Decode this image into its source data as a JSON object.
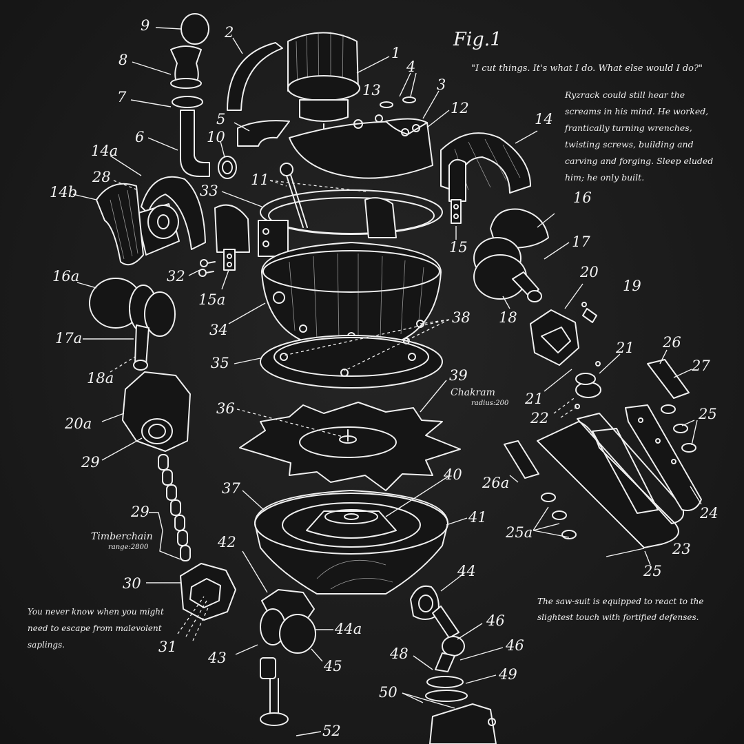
{
  "figure": {
    "title": "Fig.1",
    "quote": "\"I cut things. It's what I do. What else would I do?\"",
    "story": "Ryzrack could still hear the screams in his mind. He worked, frantically turning wrenches, twisting screws, building and carving and forging. Sleep eluded him; he only built.",
    "chakram": {
      "name": "Chakram",
      "stat": "radius:200"
    },
    "timberchain": {
      "name": "Timberchain",
      "stat": "range:2800"
    },
    "escape_note": "You never know when you might need to escape from malevolent saplings.",
    "sawsuit_note": "The saw-suit is equipped to react to the slightest touch with fortified defenses."
  },
  "callouts": [
    "1",
    "2",
    "4",
    "3",
    "5",
    "6",
    "7",
    "8",
    "9",
    "10",
    "11",
    "12",
    "13",
    "14",
    "14a",
    "14b",
    "15",
    "15a",
    "16",
    "16a",
    "17",
    "17a",
    "18",
    "18a",
    "19",
    "20",
    "20a",
    "21",
    "21",
    "22",
    "24",
    "25",
    "25",
    "25a",
    "26",
    "26a",
    "27",
    "28",
    "29",
    "29",
    "30",
    "31",
    "32",
    "33",
    "34",
    "35",
    "36",
    "37",
    "38",
    "39",
    "40",
    "41",
    "42",
    "43",
    "44",
    "44a",
    "45",
    "46",
    "46",
    "48",
    "49",
    "50",
    "52",
    "23"
  ],
  "colors": {
    "background": "#1c1c1c",
    "linework": "#efefef"
  }
}
